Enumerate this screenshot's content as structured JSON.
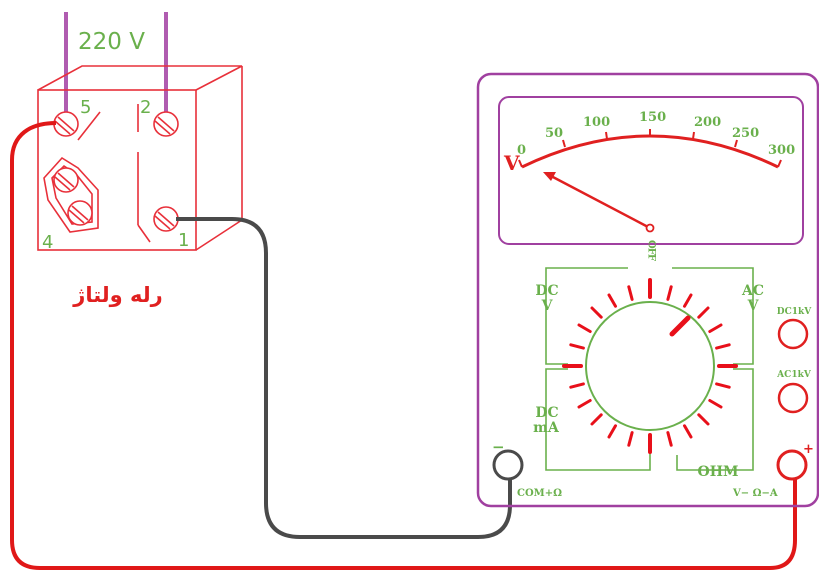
{
  "supply": {
    "voltage_label": "220 V"
  },
  "relay": {
    "caption": "رله ولتاژ",
    "terminals": {
      "t5": "5",
      "t2": "2",
      "t4": "4",
      "t1": "1"
    }
  },
  "meter": {
    "unit_label": "V",
    "scale_labels": [
      "0",
      "50",
      "100",
      "150",
      "200",
      "250",
      "300"
    ],
    "selector": {
      "off_label": "OFF",
      "dcv_label": [
        "DC",
        "V"
      ],
      "acv_label": [
        "AC",
        "V"
      ],
      "dcma_label": [
        "DC",
        "mA"
      ],
      "ohm_label": "OHM"
    },
    "jacks": {
      "dc1kv": "DC1kV",
      "ac1kv": "AC1kV",
      "com_label": "COM+Ω",
      "v_ohm_a_label": "V− Ω−A",
      "minus_sign": "−",
      "plus_sign": "+"
    }
  },
  "colors": {
    "relay_lines": "#e8303a",
    "supply_wires": "#b05cb0",
    "meter_frame": "#a040a0",
    "label_green": "#6ab04c",
    "red_wire": "#e01818",
    "black_wire": "#4a4a4a"
  }
}
